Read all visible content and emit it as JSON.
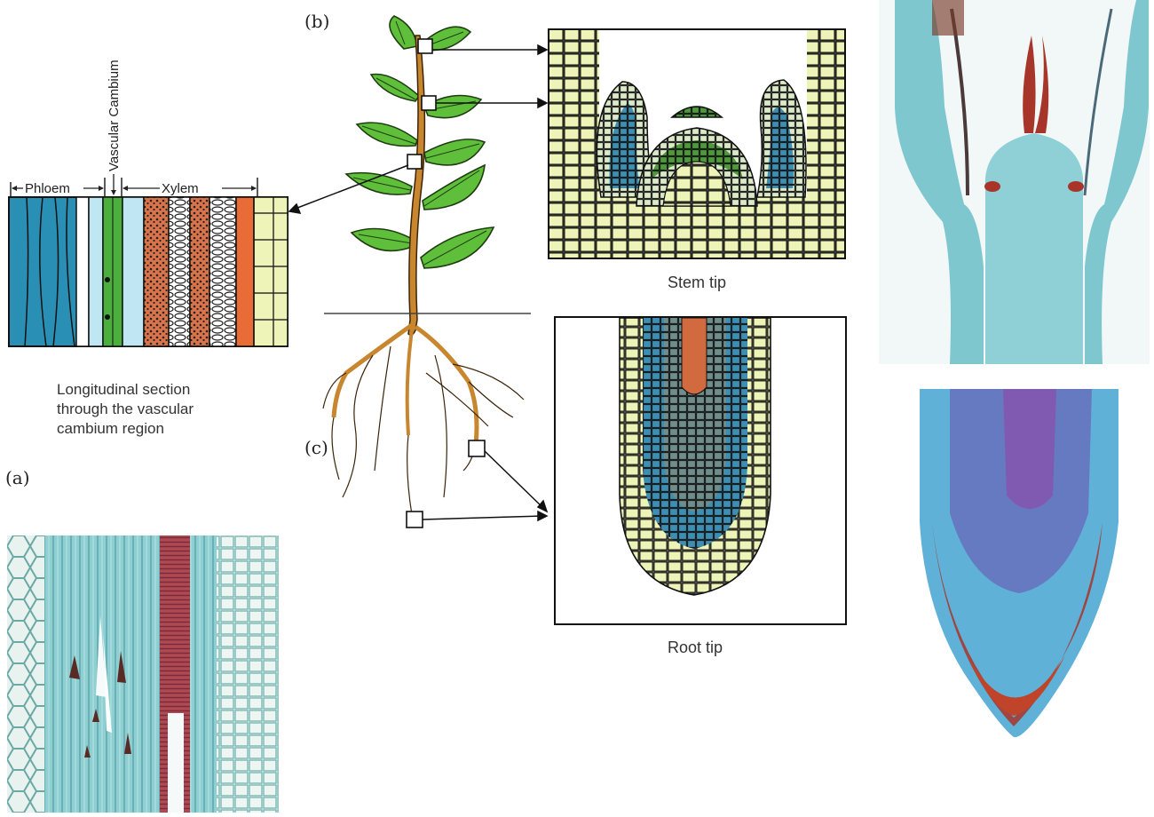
{
  "panel_labels": {
    "a": "(a)",
    "b": "(b)",
    "c": "(c)"
  },
  "vascular_diagram": {
    "vascular_cambium_label": "Vascular Cambium",
    "phloem_label": "Phloem",
    "xylem_label": "Xylem",
    "caption_lines": [
      "Longitudinal section",
      "through the vascular",
      "cambium region"
    ]
  },
  "stem_tip_label": "Stem tip",
  "root_tip_label": "Root tip",
  "colors": {
    "tissue_blue": "#2a8fb5",
    "light_blue": "#bfe6f2",
    "cambium_green": "#4cae3c",
    "xylem_orange": "#e96b35",
    "cell_yellow": "#eef3b8",
    "leaf_green": "#5fbf3a",
    "stem_brown": "#c8862e",
    "stain_teal": "#7fc7cf",
    "stain_red": "#a8352a",
    "stain_purple": "#7a58b5"
  }
}
